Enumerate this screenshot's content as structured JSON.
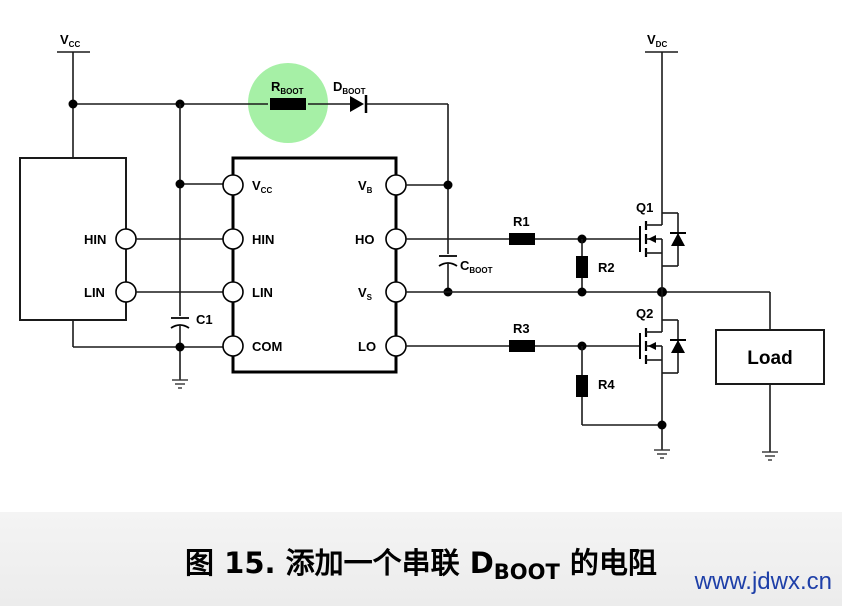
{
  "labels": {
    "vcc_v": "V",
    "vcc_sub": "CC",
    "vdc_v": "V",
    "vdc_sub": "DC",
    "rboot_r": "R",
    "rboot_sub": "BOOT",
    "dboot_d": "D",
    "dboot_sub": "BOOT",
    "cboot_c": "C",
    "cboot_sub": "BOOT",
    "c1": "C1",
    "r1": "R1",
    "r2": "R2",
    "r3": "R3",
    "r4": "R4",
    "q1": "Q1",
    "q2": "Q2",
    "load": "Load"
  },
  "controller_pins": {
    "hin": "HIN",
    "lin": "LIN"
  },
  "driver_pins": {
    "vcc_v": "V",
    "vcc_sub": "CC",
    "hin": "HIN",
    "lin": "LIN",
    "com": "COM",
    "vb_v": "V",
    "vb_sub": "B",
    "ho": "HO",
    "vs_v": "V",
    "vs_sub": "S",
    "lo": "LO"
  },
  "caption": {
    "prefix": "图 15. 添加一个串联 D",
    "sub": "BOOT",
    "suffix": " 的电阻"
  },
  "watermark": "www.jdwx.cn",
  "colors": {
    "highlight": "#a6f0a6",
    "watermark": "#1e3fa8"
  }
}
